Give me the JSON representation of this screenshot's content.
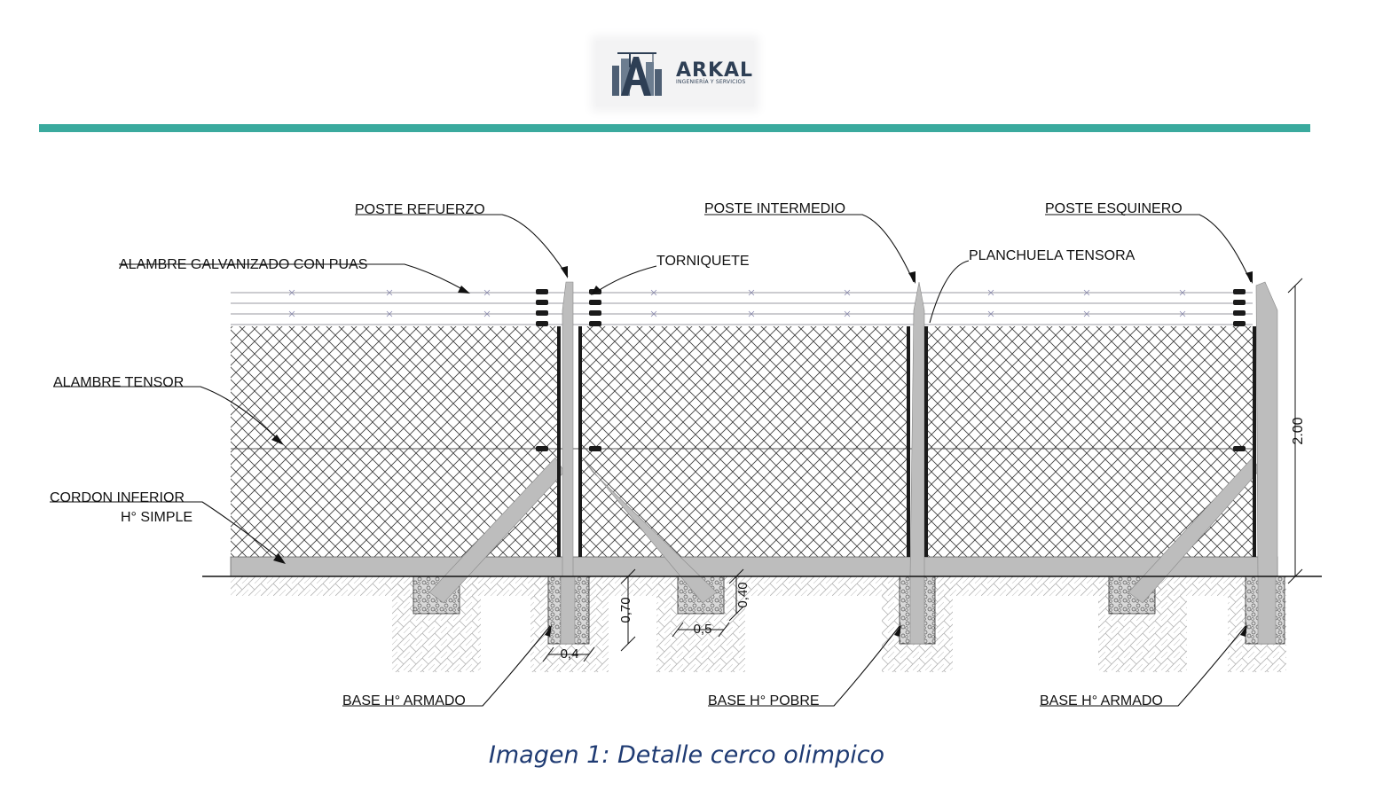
{
  "logo": {
    "name": "ARKAL",
    "subtitle": "INGENIERÍA Y SERVICIOS",
    "icon": "crane-building-icon"
  },
  "labels": {
    "poste_refuerzo": "POSTE REFUERZO",
    "poste_intermedio": "POSTE INTERMEDIO",
    "poste_esquinero": "POSTE ESQUINERO",
    "alambre_galvanizado": "ALAMBRE GALVANIZADO CON PUAS",
    "torniquete": "TORNIQUETE",
    "planchuela_tensora": "PLANCHUELA TENSORA",
    "alambre_tensor": "ALAMBRE TENSOR",
    "cordon_inferior_1": "CORDON INFERIOR",
    "cordon_inferior_2": "H° SIMPLE",
    "base_armado_1": "BASE H° ARMADO",
    "base_pobre": "BASE H° POBRE",
    "base_armado_2": "BASE H° ARMADO"
  },
  "dimensions": {
    "height_total": "2.00",
    "base_depth": "0,70",
    "base_width": "0,4",
    "small_base_width": "0,5",
    "small_base_depth": "0,40"
  },
  "caption": "Imagen 1: Detalle cerco olimpico",
  "colors": {
    "accent_bar": "#3aaa9e",
    "caption": "#1f3b73",
    "concrete": "#bdbdbd",
    "post": "#1a1a1a"
  }
}
